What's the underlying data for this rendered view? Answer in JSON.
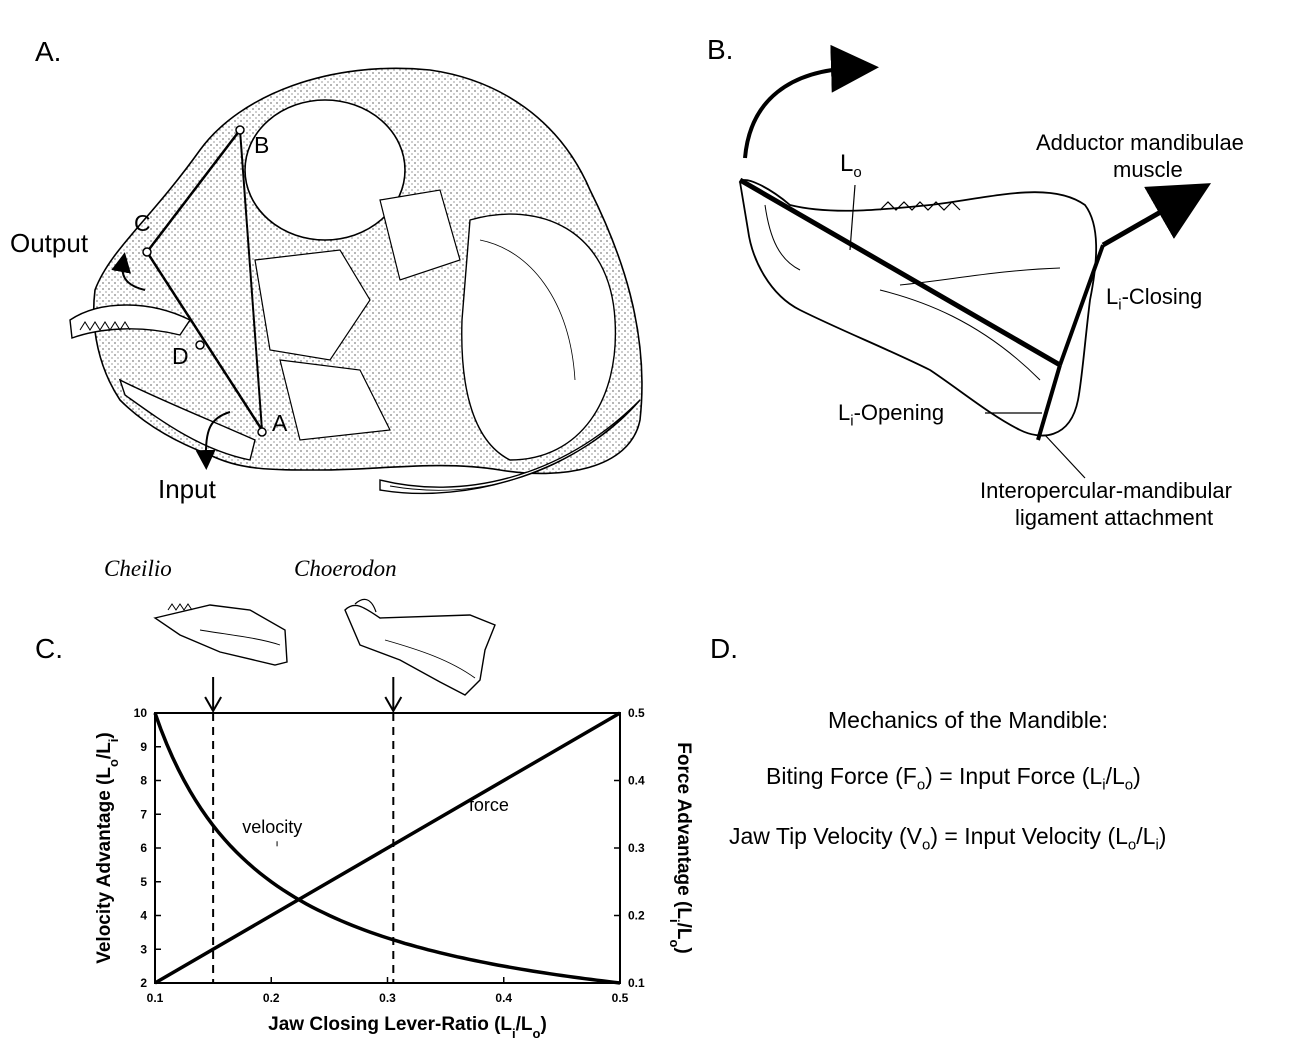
{
  "panels": {
    "a": {
      "letter": "A.",
      "output_label": "Output",
      "input_label": "Input",
      "points": [
        "A",
        "B",
        "C",
        "D"
      ]
    },
    "b": {
      "letter": "B.",
      "muscle_label_line1": "Adductor mandibulae",
      "muscle_label_line2": "muscle",
      "lo_main": "L",
      "lo_sub": "o",
      "li_closing_main": "L",
      "li_closing_sub": "i",
      "li_closing_suffix": "-Closing",
      "li_opening_main": "L",
      "li_opening_sub": "i",
      "li_opening_suffix": "-Opening",
      "ligament_line1": "Interopercular-mandibular",
      "ligament_line2": "ligament attachment"
    },
    "c": {
      "letter": "C.",
      "species_1": "Cheilio",
      "species_2": "Choerodon"
    },
    "d": {
      "letter": "D.",
      "title": "Mechanics of the Mandible:",
      "eq1_left": "Biting Force (F",
      "eq1_left_sub": "o",
      "eq1_mid": ") = Input Force (L",
      "eq1_sub_i": "i",
      "eq1_slash": "/L",
      "eq1_sub_o": "o",
      "eq1_end": ")",
      "eq2_left": "Jaw Tip Velocity (V",
      "eq2_left_sub": "o",
      "eq2_mid": ") = Input Velocity (L",
      "eq2_sub_o": "o",
      "eq2_slash": "/L",
      "eq2_sub_i": "i",
      "eq2_end": ")"
    }
  },
  "chart_data": {
    "type": "line",
    "xlabel": "Jaw Closing Lever-Ratio (Li/Lo)",
    "ylabel": "Velocity Advantage (Lo/Li)",
    "ylabel2": "Force Advantage (Li/Lo)",
    "xlim": [
      0.1,
      0.5
    ],
    "ylim": [
      2,
      10
    ],
    "ylim2": [
      0.1,
      0.5
    ],
    "x_ticks": [
      "0.1",
      "0.2",
      "0.3",
      "0.4",
      "0.5"
    ],
    "y_ticks": [
      "2",
      "3",
      "4",
      "5",
      "6",
      "7",
      "8",
      "9",
      "10"
    ],
    "y2_ticks": [
      "0.1",
      "0.2",
      "0.3",
      "0.4",
      "0.5"
    ],
    "series": [
      {
        "name": "velocity",
        "x": [
          0.1,
          0.12,
          0.15,
          0.2,
          0.25,
          0.3,
          0.35,
          0.4,
          0.45,
          0.5
        ],
        "values": [
          10,
          8.33,
          6.67,
          5,
          4,
          3.33,
          2.86,
          2.5,
          2.22,
          2
        ],
        "axis": "left"
      },
      {
        "name": "force",
        "x": [
          0.1,
          0.5
        ],
        "values": [
          0.1,
          0.5
        ],
        "axis": "right"
      }
    ],
    "markers": [
      {
        "x": 0.15,
        "label": "Cheilio"
      },
      {
        "x": 0.305,
        "label": "Choerodon"
      }
    ],
    "grid": false
  }
}
